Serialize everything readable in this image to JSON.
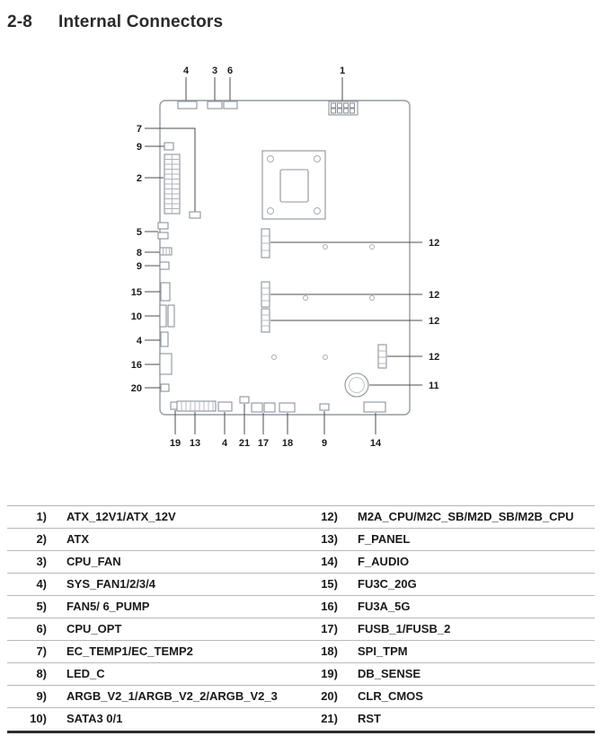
{
  "page": {
    "section_number": "2-8",
    "title": "Internal Connectors"
  },
  "diagram": {
    "callouts": {
      "top_4": "4",
      "top_3": "3",
      "top_6": "6",
      "top_1": "1",
      "left_7": "7",
      "left_9a": "9",
      "left_2": "2",
      "left_5": "5",
      "left_8": "8",
      "left_9b": "9",
      "left_15": "15",
      "left_10": "10",
      "left_4": "4",
      "left_16": "16",
      "left_20": "20",
      "right_12a": "12",
      "right_12b": "12",
      "right_12c": "12",
      "right_12d": "12",
      "right_11": "11",
      "bottom_19": "19",
      "bottom_13": "13",
      "bottom_4": "4",
      "bottom_21": "21",
      "bottom_17": "17",
      "bottom_18": "18",
      "bottom_9": "9",
      "bottom_14": "14"
    }
  },
  "table": {
    "rows": [
      {
        "left_num": "1)",
        "left_name": "ATX_12V1/ATX_12V",
        "right_num": "12)",
        "right_name": "M2A_CPU/M2C_SB/M2D_SB/M2B_CPU"
      },
      {
        "left_num": "2)",
        "left_name": "ATX",
        "right_num": "13)",
        "right_name": "F_PANEL"
      },
      {
        "left_num": "3)",
        "left_name": "CPU_FAN",
        "right_num": "14)",
        "right_name": "F_AUDIO"
      },
      {
        "left_num": "4)",
        "left_name": "SYS_FAN1/2/3/4",
        "right_num": "15)",
        "right_name": "FU3C_20G"
      },
      {
        "left_num": "5)",
        "left_name": "FAN5/ 6_PUMP",
        "right_num": "16)",
        "right_name": "FU3A_5G"
      },
      {
        "left_num": "6)",
        "left_name": "CPU_OPT",
        "right_num": "17)",
        "right_name": "FUSB_1/FUSB_2"
      },
      {
        "left_num": "7)",
        "left_name": "EC_TEMP1/EC_TEMP2",
        "right_num": "18)",
        "right_name": "SPI_TPM"
      },
      {
        "left_num": "8)",
        "left_name": "LED_C",
        "right_num": "19)",
        "right_name": "DB_SENSE"
      },
      {
        "left_num": "9)",
        "left_name": "ARGB_V2_1/ARGB_V2_2/ARGB_V2_3",
        "right_num": "20)",
        "right_name": "CLR_CMOS"
      },
      {
        "left_num": "10)",
        "left_name": "SATA3 0/1",
        "right_num": "21)",
        "right_name": "RST"
      }
    ]
  }
}
